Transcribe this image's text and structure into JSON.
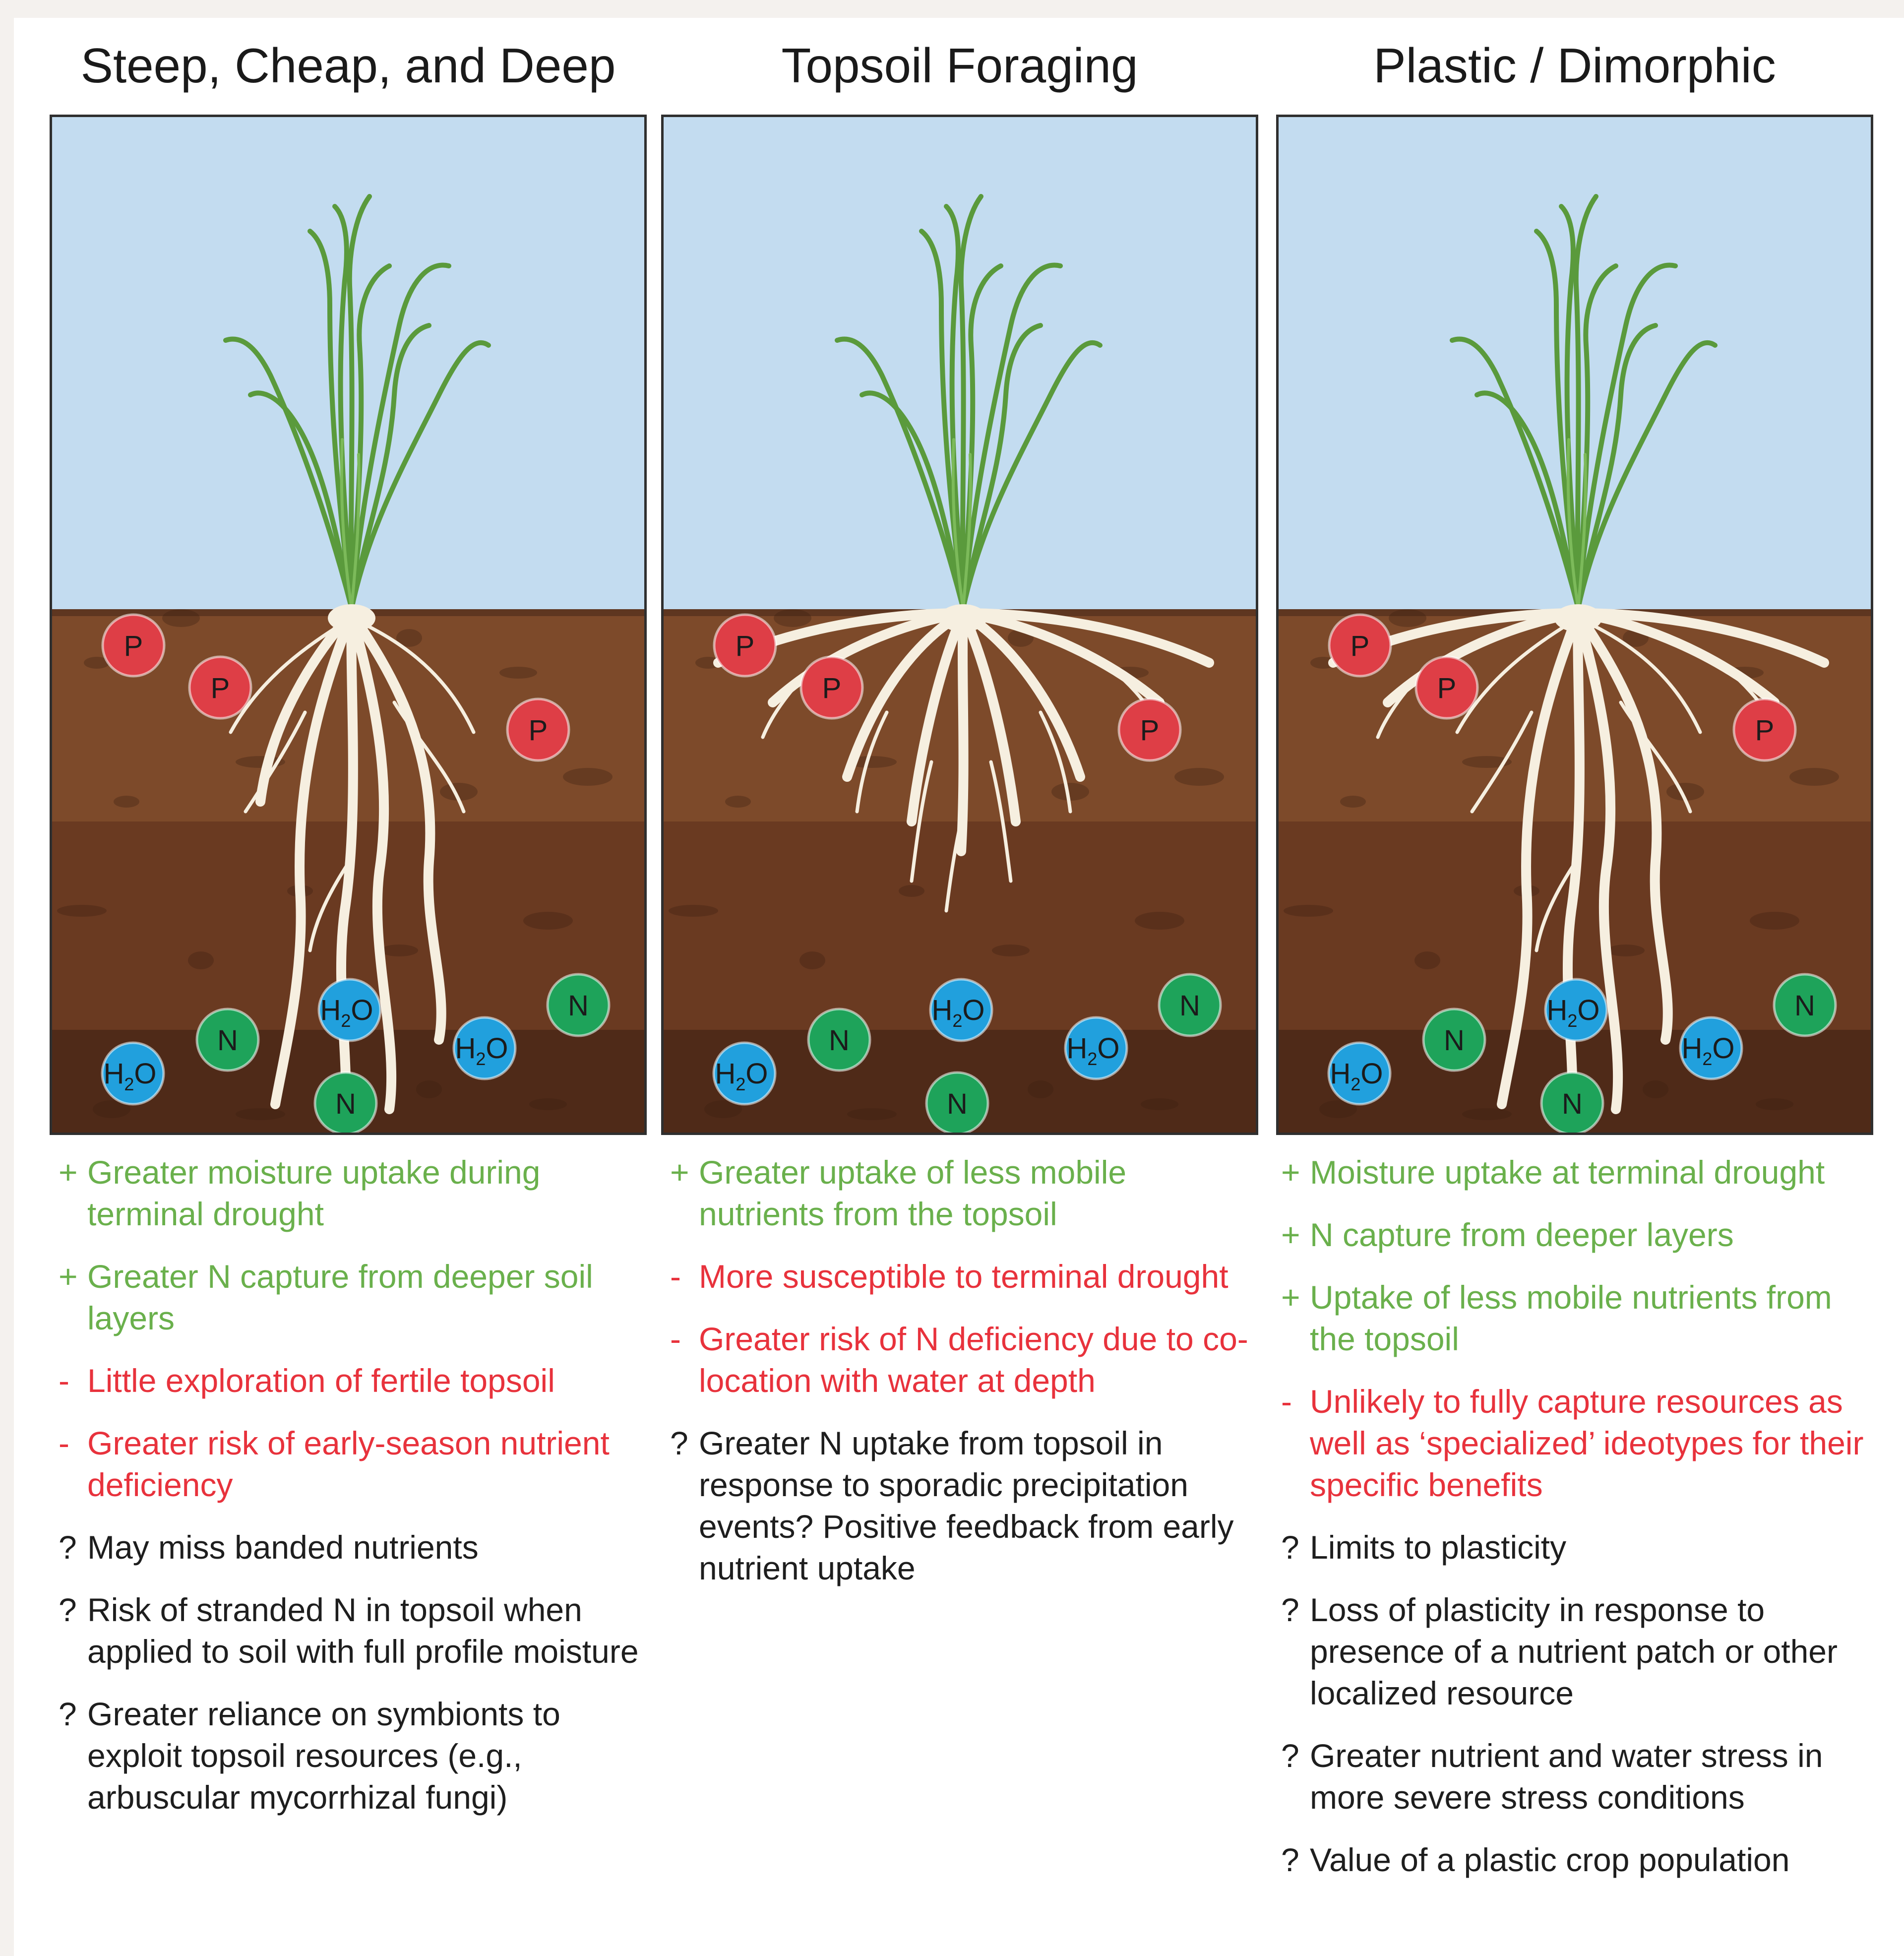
{
  "columns": [
    {
      "title": "Steep, Cheap, and Deep",
      "notes": [
        {
          "marker": "+",
          "kind": "pos",
          "text": "Greater moisture uptake during terminal drought"
        },
        {
          "marker": "+",
          "kind": "pos",
          "text": "Greater N capture from deeper soil layers"
        },
        {
          "marker": "-",
          "kind": "neg",
          "text": "Little exploration of fertile topsoil"
        },
        {
          "marker": "-",
          "kind": "neg",
          "text": "Greater risk of early-season nutrient deficiency"
        },
        {
          "marker": "?",
          "kind": "q",
          "text": "May miss banded nutrients"
        },
        {
          "marker": "?",
          "kind": "q",
          "text": "Risk of stranded N in topsoil when applied to soil with full profile moisture"
        },
        {
          "marker": "?",
          "kind": "q",
          "text": "Greater reliance on symbionts to exploit topsoil resources (e.g., arbuscular mycorrhizal fungi)"
        }
      ]
    },
    {
      "title": "Topsoil Foraging",
      "notes": [
        {
          "marker": "+",
          "kind": "pos",
          "text": "Greater uptake of less mobile nutrients from the topsoil"
        },
        {
          "marker": "-",
          "kind": "neg",
          "text": "More susceptible to terminal drought"
        },
        {
          "marker": "-",
          "kind": "neg",
          "text": "Greater risk of N deficiency due to co-location with water at depth"
        },
        {
          "marker": "?",
          "kind": "q",
          "text": "Greater N uptake from topsoil in response to sporadic precipitation events? Positive feedback from early nutrient uptake"
        }
      ]
    },
    {
      "title": "Plastic / Dimorphic",
      "notes": [
        {
          "marker": "+",
          "kind": "pos",
          "text": "Moisture uptake at terminal drought"
        },
        {
          "marker": "+",
          "kind": "pos",
          "text": "N capture from deeper layers"
        },
        {
          "marker": "+",
          "kind": "pos",
          "text": "Uptake of less mobile nutrients from the topsoil"
        },
        {
          "marker": "-",
          "kind": "neg",
          "text": "Unlikely to fully capture resources as well as ‘specialized’ ideotypes for their specific benefits"
        },
        {
          "marker": "?",
          "kind": "q",
          "text": "Limits to plasticity"
        },
        {
          "marker": "?",
          "kind": "q",
          "text": "Loss of plasticity in response to presence of a nutrient patch or other localized resource"
        },
        {
          "marker": "?",
          "kind": "q",
          "text": "Greater nutrient and water stress in more severe stress conditions"
        },
        {
          "marker": "?",
          "kind": "q",
          "text": "Value of a plastic crop population"
        }
      ]
    }
  ],
  "labels": {
    "phosphorus": "P",
    "nitrogen": "N",
    "water_main": "H",
    "water_sub": "2",
    "water_tail": "O"
  },
  "colors": {
    "sky": "#c3dcf0",
    "topsoil": "#7d4a2a",
    "subsoil": "#6a3a21",
    "deep_soil": "#4f2a18",
    "root": "#f6efe0",
    "leaf": "#5a9a3c",
    "phosphorus": "#de3e46",
    "nitrogen": "#1ea35a",
    "water": "#21a0dd",
    "positive": "#6ab04c",
    "negative": "#e8323c"
  }
}
